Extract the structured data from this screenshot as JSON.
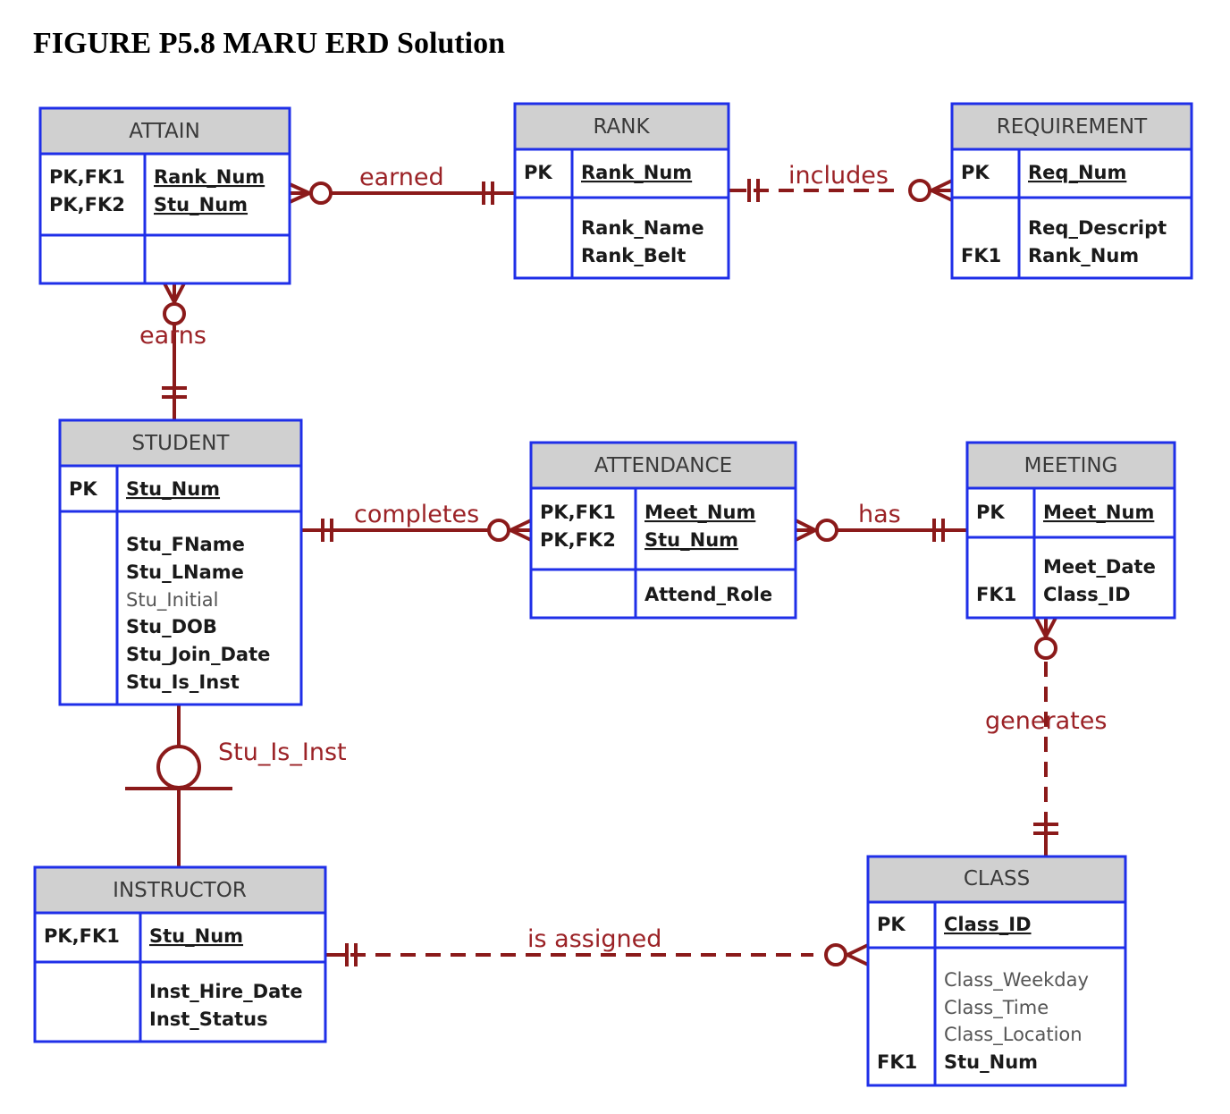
{
  "title": "FIGURE P5.8 MARU ERD Solution",
  "colors": {
    "entity_border": "#1f2fe8",
    "header_fill": "#d0d0d0",
    "relationship": "#8b1a1a"
  },
  "entities": {
    "attain": {
      "name": "ATTAIN",
      "keys": [
        "PK,FK1",
        "PK,FK2"
      ],
      "pk_attrs": [
        "Rank_Num",
        "Stu_Num"
      ],
      "attrs": []
    },
    "rank": {
      "name": "RANK",
      "keys": [
        "PK",
        "",
        ""
      ],
      "pk_attrs": [
        "Rank_Num"
      ],
      "attrs": [
        "Rank_Name",
        "Rank_Belt"
      ]
    },
    "requirement": {
      "name": "REQUIREMENT",
      "keys": [
        "PK",
        "",
        "FK1"
      ],
      "pk_attrs": [
        "Req_Num"
      ],
      "attrs": [
        "Req_Descript",
        "Rank_Num"
      ]
    },
    "student": {
      "name": "STUDENT",
      "keys": [
        "PK"
      ],
      "pk_attrs": [
        "Stu_Num"
      ],
      "attrs": [
        "Stu_FName",
        "Stu_LName",
        "Stu_Initial",
        "Stu_DOB",
        "Stu_Join_Date",
        "Stu_Is_Inst"
      ]
    },
    "attendance": {
      "name": "ATTENDANCE",
      "keys": [
        "PK,FK1",
        "PK,FK2"
      ],
      "pk_attrs": [
        "Meet_Num",
        "Stu_Num"
      ],
      "attrs": [
        "Attend_Role"
      ]
    },
    "meeting": {
      "name": "MEETING",
      "keys": [
        "PK",
        "",
        "FK1"
      ],
      "pk_attrs": [
        "Meet_Num"
      ],
      "attrs": [
        "Meet_Date",
        "Class_ID"
      ]
    },
    "instructor": {
      "name": "INSTRUCTOR",
      "keys": [
        "PK,FK1"
      ],
      "pk_attrs": [
        "Stu_Num"
      ],
      "attrs": [
        "Inst_Hire_Date",
        "Inst_Status"
      ]
    },
    "class": {
      "name": "CLASS",
      "keys": [
        "PK",
        "FK1"
      ],
      "pk_attrs": [
        "Class_ID"
      ],
      "attrs": [
        "Class_Weekday",
        "Class_Time",
        "Class_Location",
        "Stu_Num"
      ]
    }
  },
  "relationships": {
    "earned": "earned",
    "includes": "includes",
    "earns": "earns",
    "completes": "completes",
    "has": "has",
    "generates": "generates",
    "stu_is_inst": "Stu_Is_Inst",
    "is_assigned": "is assigned"
  }
}
